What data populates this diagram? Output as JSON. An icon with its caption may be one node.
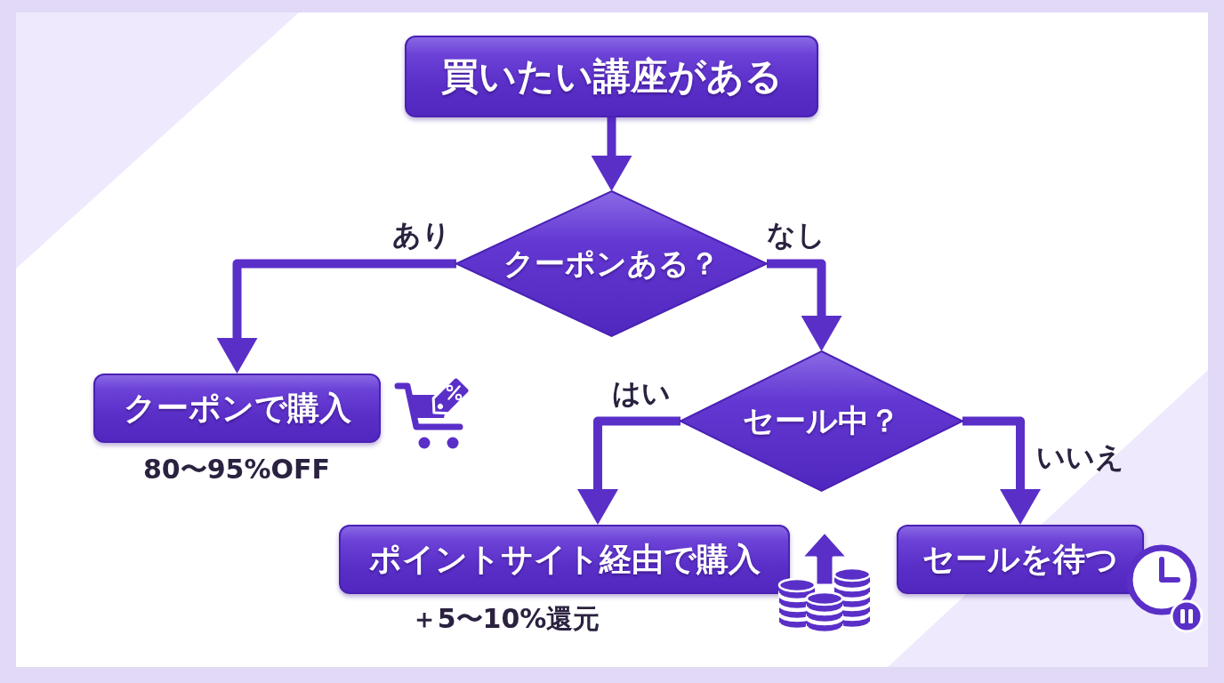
{
  "diagram": {
    "nodes": [
      {
        "text": [
          "買いたい講座がある"
        ]
      },
      {
        "text": [
          "クーポンある？"
        ]
      },
      {
        "text": [
          "クーポンで購入"
        ],
        "beside": [
          "80〜95%OFF"
        ]
      },
      {
        "text": [
          "セール中？"
        ]
      },
      {
        "text": [
          "ポイントサイト経由で購入"
        ],
        "beside": [
          "＋5〜10%還元"
        ]
      },
      {
        "text": [
          "セールを待つ"
        ]
      }
    ],
    "edges": [
      {
        "from": 0,
        "to": 1,
        "arrow": "to"
      },
      {
        "from": 1,
        "to": 2,
        "arrow": "to",
        "label": "あり"
      },
      {
        "from": 1,
        "to": 3,
        "arrow": "to",
        "label": "なし"
      },
      {
        "from": 3,
        "to": 4,
        "arrow": "to",
        "label": "はい"
      },
      {
        "from": 3,
        "to": 5,
        "arrow": "to",
        "label": "いいえ"
      }
    ]
  }
}
